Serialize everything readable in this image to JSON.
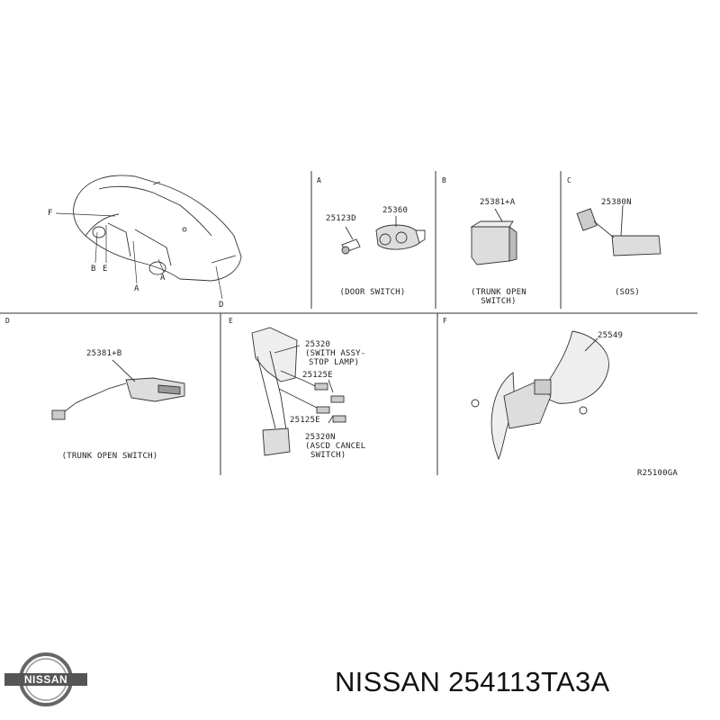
{
  "sections": {
    "A": {
      "letter": "A",
      "parts": [
        "25123D",
        "25360"
      ],
      "caption": "(DOOR SWITCH)"
    },
    "B": {
      "letter": "B",
      "parts": [
        "25381+A"
      ],
      "caption_line1": "(TRUNK OPEN",
      "caption_line2": "SWITCH)"
    },
    "C": {
      "letter": "C",
      "parts": [
        "25380N"
      ],
      "caption": "(SOS)"
    },
    "D": {
      "letter": "D",
      "parts": [
        "25381+B"
      ],
      "caption": "(TRUNK OPEN SWITCH)"
    },
    "E": {
      "letter": "E",
      "parts": [
        "25320",
        "25125E",
        "25125E",
        "25320N"
      ],
      "label_25320_line2": "(SWITH ASSY-",
      "label_25320_line3": "STOP LAMP)",
      "label_25320N_line2": "(ASCD CANCEL",
      "label_25320N_line3": "SWITCH)"
    },
    "F": {
      "letter": "F",
      "parts": [
        "25549"
      ]
    }
  },
  "car_callouts": [
    "F",
    "B",
    "E",
    "A",
    "A",
    "D"
  ],
  "drawing_number": "R25100GA",
  "brand": "NISSAN",
  "title": "NISSAN 254113TA3A"
}
